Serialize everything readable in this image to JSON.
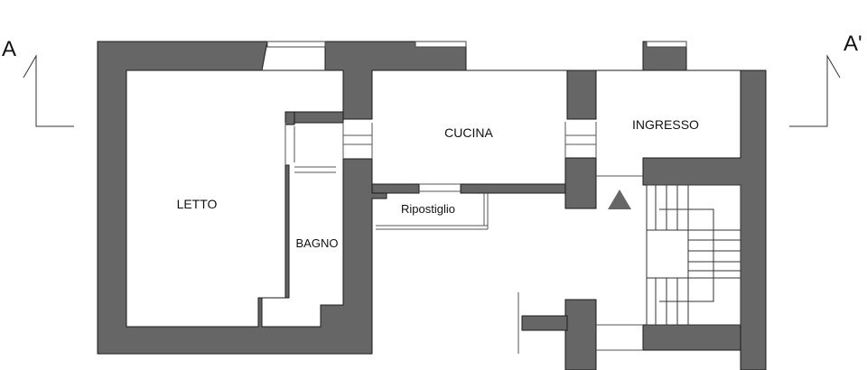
{
  "section_marks": {
    "left": "A",
    "right": "A'"
  },
  "rooms": {
    "letto": "LETTO",
    "bagno": "BAGNO",
    "cucina": "CUCINA",
    "ingresso": "INGRESSO",
    "ripostiglio": "Ripostiglio"
  },
  "colors": {
    "wall": "#666666",
    "wall_outline": "#1a1a1a",
    "line": "#444444",
    "background": "#ffffff"
  }
}
